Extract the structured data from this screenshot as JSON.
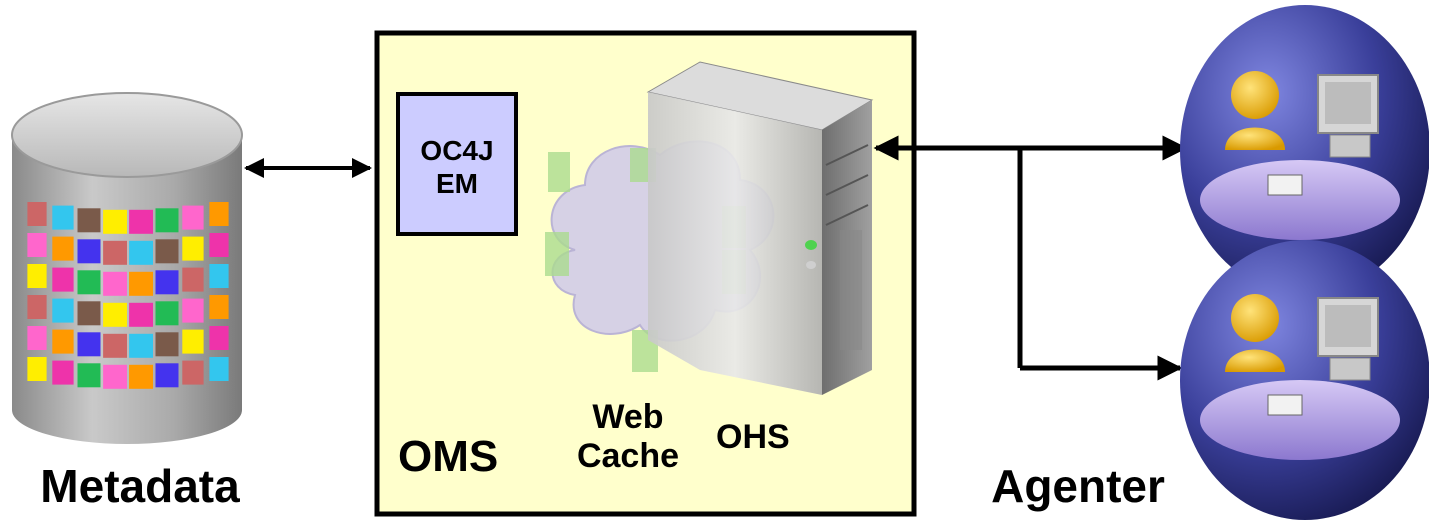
{
  "labels": {
    "metadata": "Metadata",
    "oms": "OMS",
    "oc4j_line1": "OC4J",
    "oc4j_line2": "EM",
    "web_cache_line1": "Web",
    "web_cache_line2": "Cache",
    "ohs": "OHS",
    "agents": "Agenter"
  },
  "colors": {
    "oms_box_fill": "#ffffcc",
    "oc4j_box_fill": "#ccccff",
    "globe_blue": "#3a3f9a",
    "person_yellow": "#f2b400",
    "desk_lavender": "#b9a6e8",
    "server_gray": "#bdbdbd"
  }
}
